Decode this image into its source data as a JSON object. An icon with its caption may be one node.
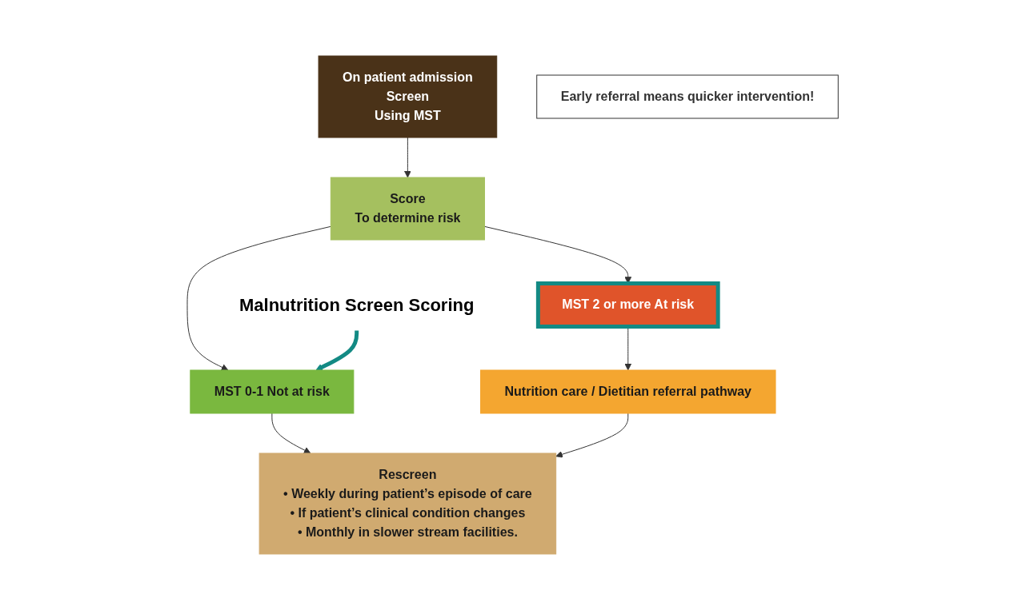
{
  "diagram": {
    "nodes": [
      {
        "text": [
          "On patient admission",
          "Screen",
          "Using MST"
        ]
      },
      {
        "text": [
          "Score",
          "To determine risk"
        ]
      },
      {
        "text": [
          "MST 2 or more At risk"
        ]
      },
      {
        "text": [
          "MST 0-1 Not at risk"
        ]
      },
      {
        "text": [
          "Nutrition care / Dietitian referral pathway"
        ]
      },
      {
        "text": [
          "Rescreen",
          "• Weekly during patient’s episode of care",
          "• If patient’s clinical condition changes",
          "• Monthly in slower stream facilities."
        ]
      },
      {
        "text": [
          "Early referral means quicker intervention!"
        ]
      },
      {
        "text": [
          "Malnutrition Screen Scoring"
        ]
      }
    ],
    "edges": [
      {
        "from": 0,
        "to": 1,
        "arrow": "to"
      },
      {
        "from": 1,
        "to": 2,
        "arrow": "to"
      },
      {
        "from": 1,
        "to": 3,
        "arrow": "to"
      },
      {
        "from": 2,
        "to": 4,
        "arrow": "to"
      },
      {
        "from": 3,
        "to": 5,
        "arrow": "to"
      },
      {
        "from": 4,
        "to": 5,
        "arrow": "to"
      },
      {
        "from": 7,
        "to": 3,
        "arrow": "to",
        "style": "thick",
        "color": "#138a84"
      }
    ]
  }
}
